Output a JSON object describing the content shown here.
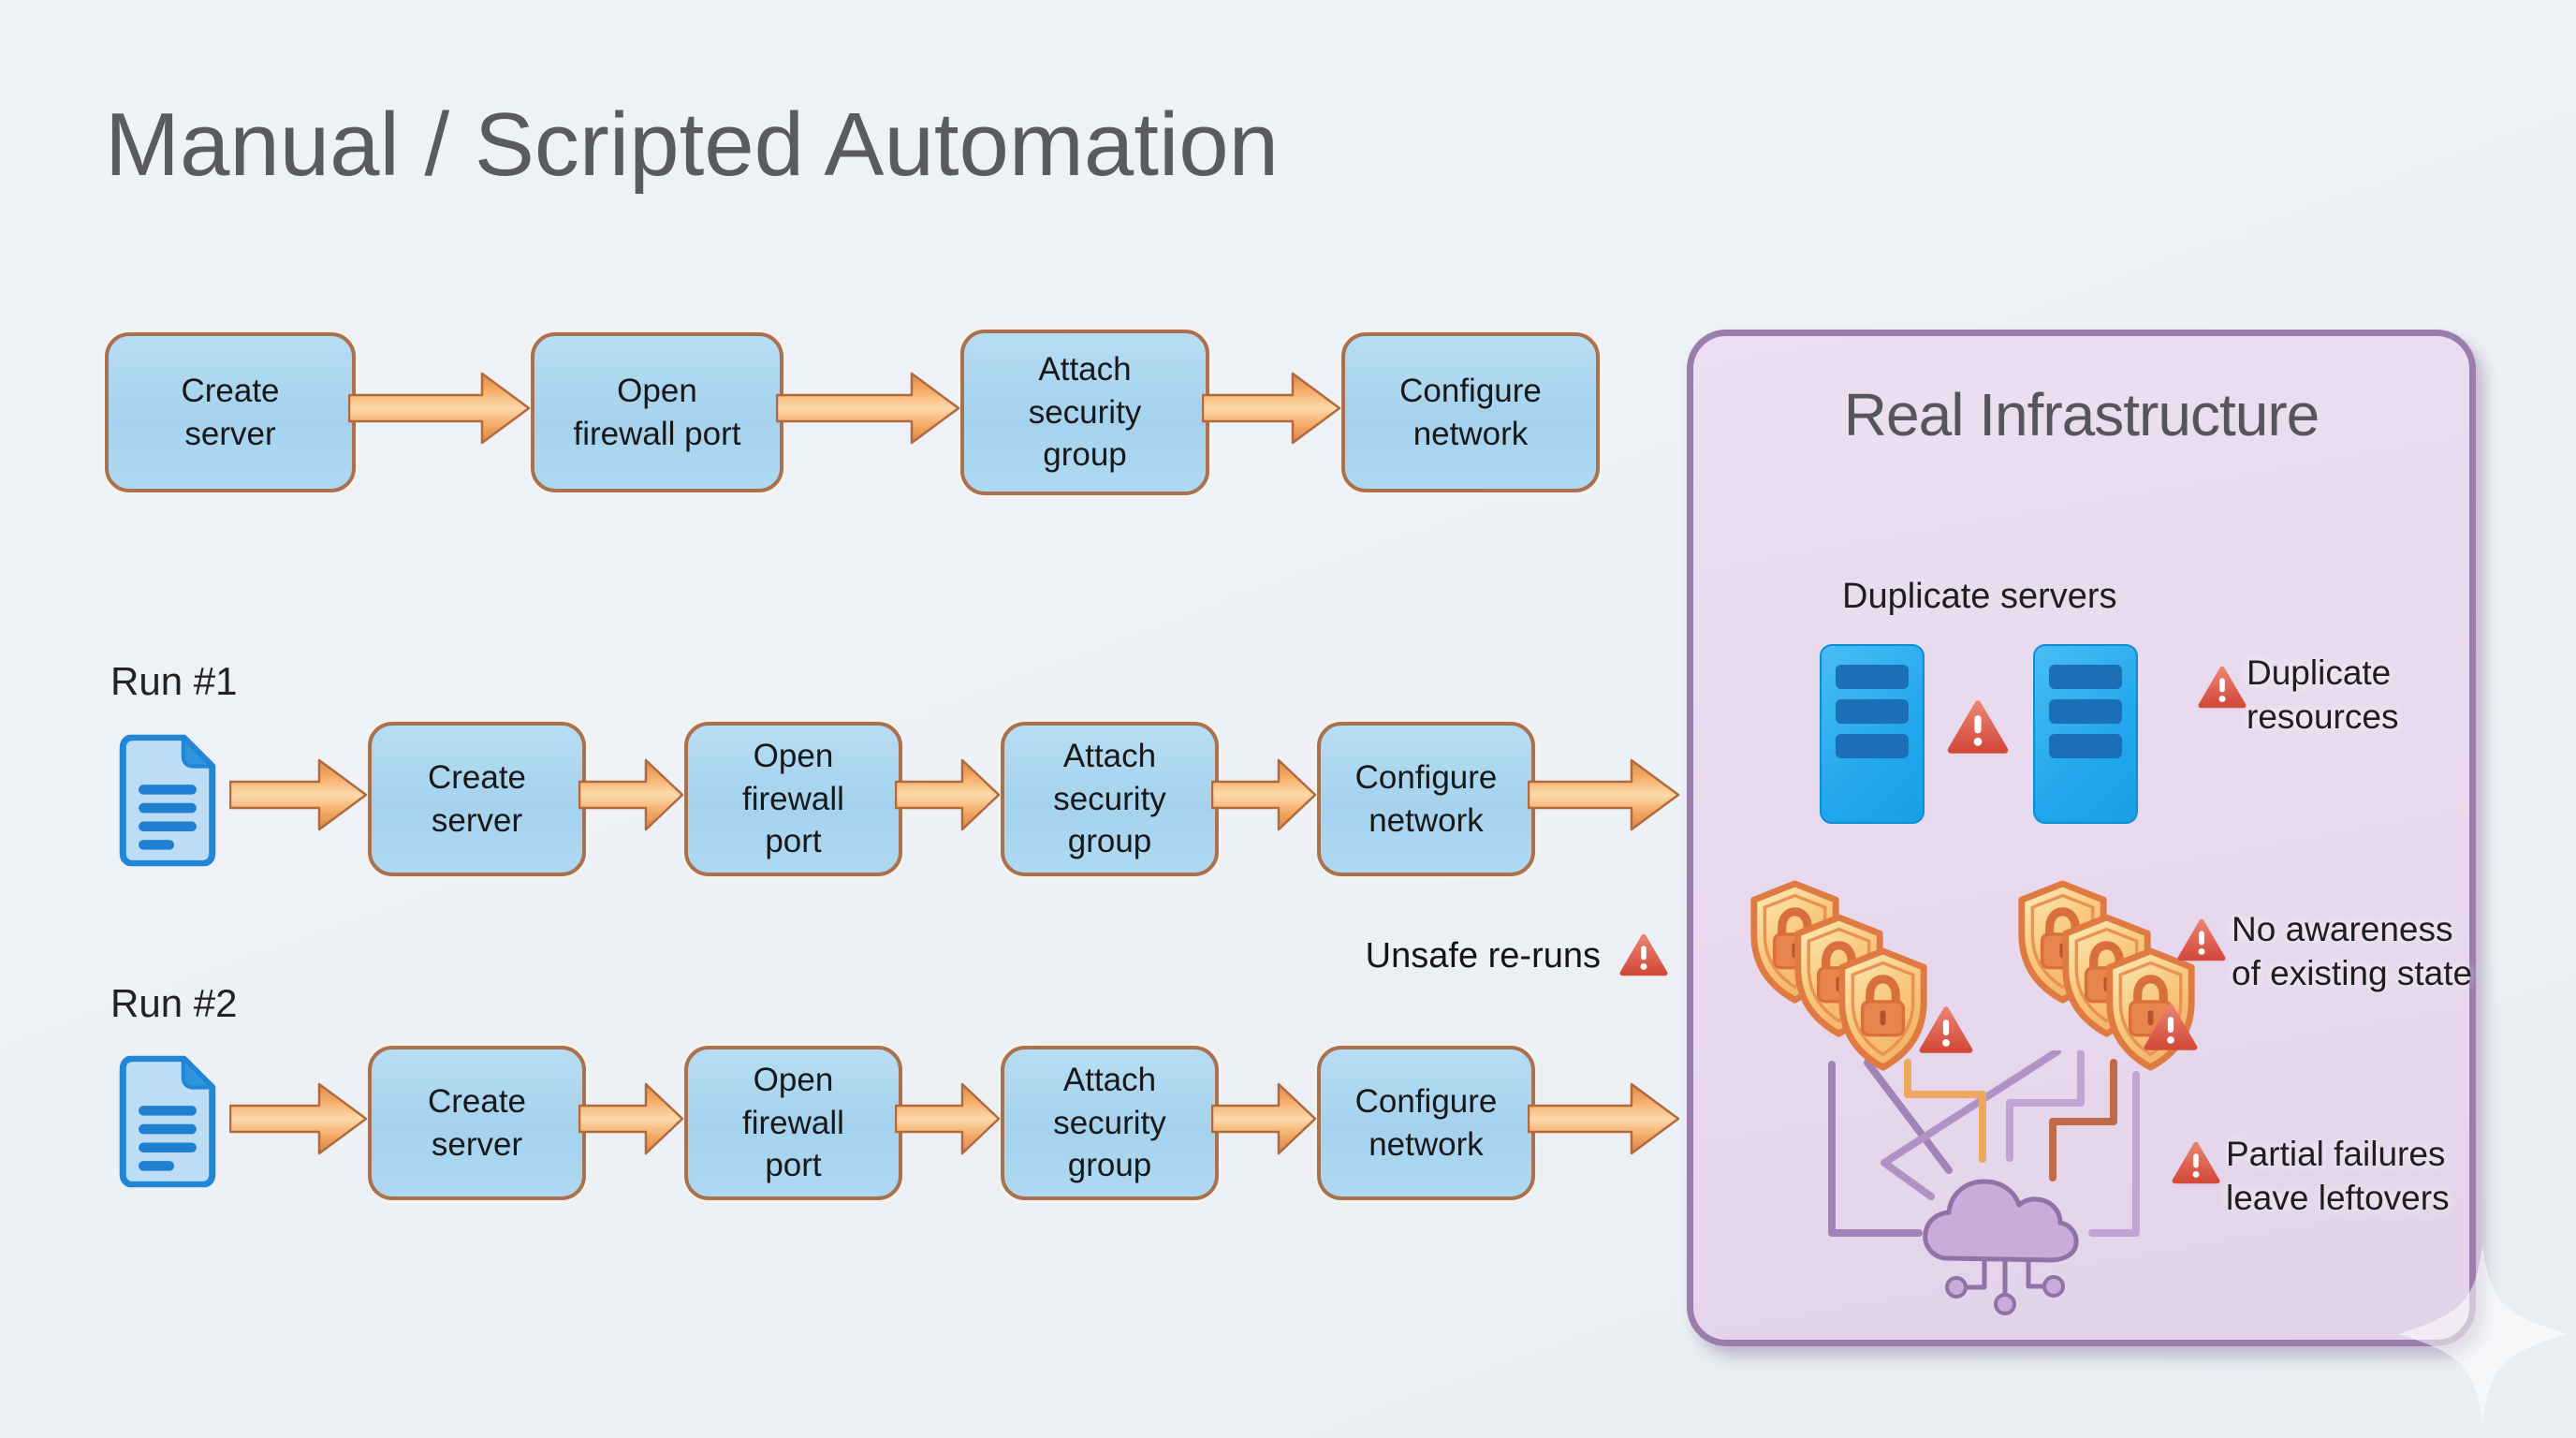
{
  "title": "Manual / Scripted Automation",
  "flows": {
    "top": {
      "steps": [
        "Create\nserver",
        "Open\nfirewall port",
        "Attach\nsecurity\ngroup",
        "Configure\nnetwork"
      ]
    },
    "run_steps": [
      "Create\nserver",
      "Open\nfirewall\nport",
      "Attach\nsecurity\ngroup",
      "Configure\nnetwork"
    ],
    "run1": {
      "label": "Run #1"
    },
    "run2": {
      "label": "Run #2"
    }
  },
  "warnings": {
    "unsafe_label": "Unsafe re-runs"
  },
  "panel": {
    "title": "Real Infrastructure",
    "servers_label": "Duplicate servers",
    "annotations": [
      {
        "text": "Duplicate resources"
      },
      {
        "text": "No awareness of existing state"
      },
      {
        "text": "Partial failures leave leftovers"
      }
    ]
  },
  "colors": {
    "background": "#edf1f5",
    "box_fill": "#a8d4ef",
    "box_border": "#a9714e",
    "arrow_orange": "#f2a561",
    "panel_fill": "#e8daee",
    "panel_border": "#9a7dac",
    "warning_red": "#d95747",
    "server_blue": "#27a9ec",
    "shield_orange": "#f2a860",
    "cloud_purple": "#c9abdc"
  }
}
